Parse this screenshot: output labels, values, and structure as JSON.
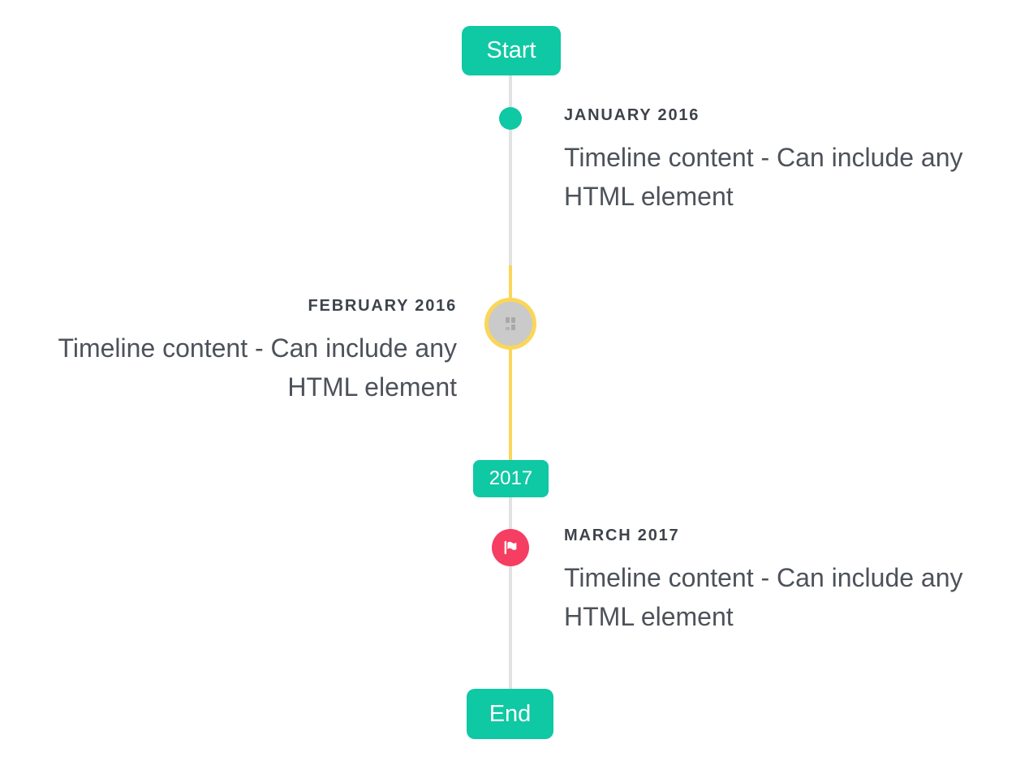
{
  "timeline": {
    "start_badge": "Start",
    "year_badge": "2017",
    "end_badge": "End",
    "entries": [
      {
        "title": "JANUARY 2016",
        "content": "Timeline content - Can include any HTML element",
        "side": "right",
        "marker": "teal-dot"
      },
      {
        "title": "FEBRUARY 2016",
        "content": "Timeline content - Can include any HTML element",
        "side": "left",
        "marker": "broken-image-avatar"
      },
      {
        "title": "MARCH 2017",
        "content": "Timeline content - Can include any HTML element",
        "side": "right",
        "marker": "flag"
      }
    ],
    "icons": {
      "january_marker": "dot-icon",
      "february_marker": "broken-image-icon",
      "march_marker": "flag-icon"
    },
    "colors": {
      "accent_teal": "#0fc8a4",
      "line_gray": "#e1e2e3",
      "highlight_yellow": "#fad659",
      "flag_red": "#f53e61",
      "avatar_gray": "#cacaca",
      "title_text": "#3e434b",
      "body_text": "#4d525a"
    }
  }
}
